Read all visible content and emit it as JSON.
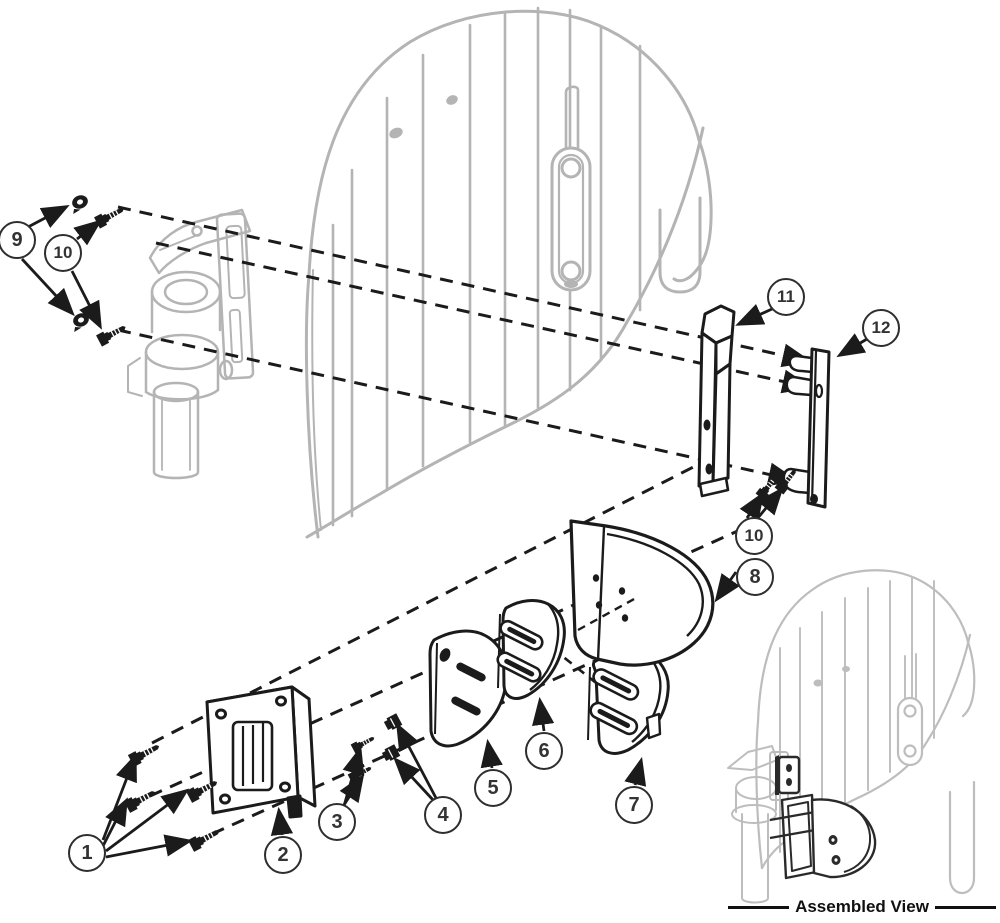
{
  "diagram": {
    "type": "exploded-parts-diagram",
    "caption": "Assembled View",
    "callouts": [
      {
        "label": "1"
      },
      {
        "label": "2"
      },
      {
        "label": "3"
      },
      {
        "label": "4"
      },
      {
        "label": "5"
      },
      {
        "label": "6"
      },
      {
        "label": "7"
      },
      {
        "label": "8"
      },
      {
        "label": "9"
      },
      {
        "label": "10"
      },
      {
        "label": "10"
      },
      {
        "label": "11"
      },
      {
        "label": "12"
      }
    ],
    "colors": {
      "background": "#ffffff",
      "part_line": "#1b1b1b",
      "ghost_gray": "#b4b4b4",
      "callout_border": "#2e2e2e",
      "callout_text": "#333333"
    }
  }
}
